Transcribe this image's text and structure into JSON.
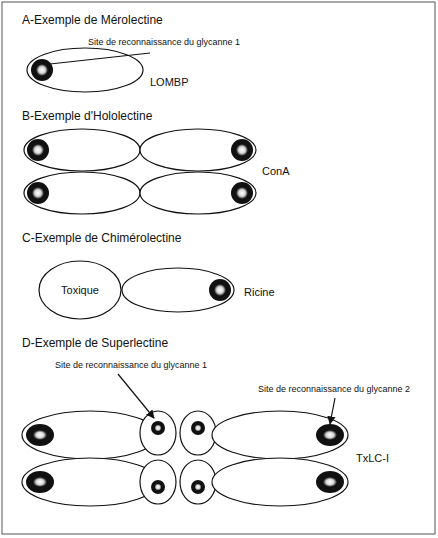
{
  "diagram": {
    "nodes": [
      {
        "text": [
          "Toxique"
        ]
      }
    ],
    "labels": [
      "A-Exemple de Mérolectine",
      "Site de reconnaissance du glycanne 1",
      "LOMBP",
      "B-Exemple d'Hololectine",
      "ConA",
      "C-Exemple de Chimérolectine",
      "Ricine",
      "D-Exemple de Superlectine",
      "Site de reconnaissance du glycanne 1",
      "Site de reconnaissance du glycanne 2",
      "TxLC-I"
    ]
  }
}
